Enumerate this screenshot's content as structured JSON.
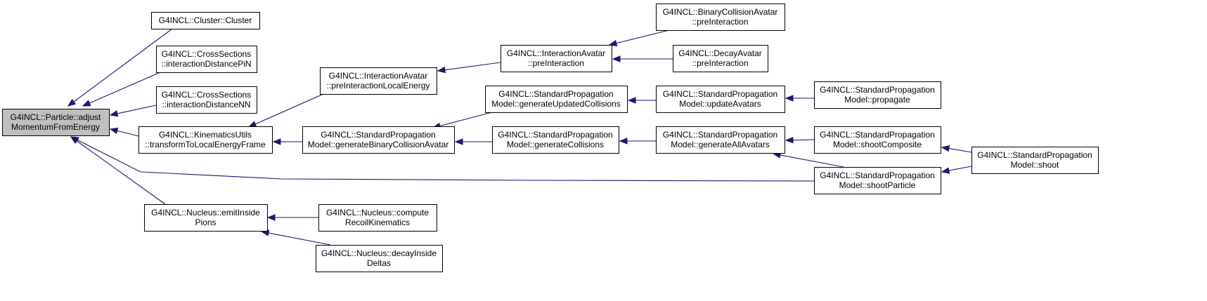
{
  "diagram": {
    "type": "call-graph",
    "colors": {
      "edge": "#191970",
      "root_fill": "#bfbfbf",
      "node_fill": "#ffffff",
      "border": "#000000"
    },
    "nodes": [
      {
        "id": "adjust",
        "lines": [
          "G4INCL::Particle::adjust",
          "MomentumFromEnergy"
        ],
        "root": true
      },
      {
        "id": "cluster",
        "lines": [
          "G4INCL::Cluster::Cluster"
        ]
      },
      {
        "id": "csPiN",
        "lines": [
          "G4INCL::CrossSections",
          "::interactionDistancePiN"
        ]
      },
      {
        "id": "csNN",
        "lines": [
          "G4INCL::CrossSections",
          "::interactionDistanceNN"
        ]
      },
      {
        "id": "kin",
        "lines": [
          "G4INCL::KinematicsUtils",
          "::transformToLocalEnergyFrame"
        ]
      },
      {
        "id": "emit",
        "lines": [
          "G4INCL::Nucleus::emitInside",
          "Pions"
        ]
      },
      {
        "id": "iaLocal",
        "lines": [
          "G4INCL::InteractionAvatar",
          "::preInteractionLocalEnergy"
        ]
      },
      {
        "id": "spmGenBin",
        "lines": [
          "G4INCL::StandardPropagation",
          "Model::generateBinaryCollisionAvatar"
        ]
      },
      {
        "id": "compRecoil",
        "lines": [
          "G4INCL::Nucleus::compute",
          "RecoilKinematics"
        ]
      },
      {
        "id": "decayDeltas",
        "lines": [
          "G4INCL::Nucleus::decayInside",
          "Deltas"
        ]
      },
      {
        "id": "iaPre",
        "lines": [
          "G4INCL::InteractionAvatar",
          "::preInteraction"
        ]
      },
      {
        "id": "spmGenUpd",
        "lines": [
          "G4INCL::StandardPropagation",
          "Model::generateUpdatedCollisions"
        ]
      },
      {
        "id": "spmGenColl",
        "lines": [
          "G4INCL::StandardPropagation",
          "Model::generateCollisions"
        ]
      },
      {
        "id": "binPre",
        "lines": [
          "G4INCL::BinaryCollisionAvatar",
          "::preInteraction"
        ]
      },
      {
        "id": "decPre",
        "lines": [
          "G4INCL::DecayAvatar",
          "::preInteraction"
        ]
      },
      {
        "id": "spmUpd",
        "lines": [
          "G4INCL::StandardPropagation",
          "Model::updateAvatars"
        ]
      },
      {
        "id": "spmAll",
        "lines": [
          "G4INCL::StandardPropagation",
          "Model::generateAllAvatars"
        ]
      },
      {
        "id": "spmProp",
        "lines": [
          "G4INCL::StandardPropagation",
          "Model::propagate"
        ]
      },
      {
        "id": "spmComp",
        "lines": [
          "G4INCL::StandardPropagation",
          "Model::shootComposite"
        ]
      },
      {
        "id": "spmPart",
        "lines": [
          "G4INCL::StandardPropagation",
          "Model::shootParticle"
        ]
      },
      {
        "id": "spmShoot",
        "lines": [
          "G4INCL::StandardPropagation",
          "Model::shoot"
        ]
      }
    ],
    "edges": [
      {
        "from": "cluster",
        "to": "adjust"
      },
      {
        "from": "csPiN",
        "to": "adjust"
      },
      {
        "from": "csNN",
        "to": "adjust"
      },
      {
        "from": "kin",
        "to": "adjust"
      },
      {
        "from": "spmPart",
        "to": "adjust"
      },
      {
        "from": "emit",
        "to": "adjust"
      },
      {
        "from": "iaLocal",
        "to": "kin"
      },
      {
        "from": "spmGenBin",
        "to": "kin"
      },
      {
        "from": "compRecoil",
        "to": "emit"
      },
      {
        "from": "decayDeltas",
        "to": "emit"
      },
      {
        "from": "iaPre",
        "to": "iaLocal"
      },
      {
        "from": "spmGenUpd",
        "to": "spmGenBin"
      },
      {
        "from": "spmGenColl",
        "to": "spmGenBin"
      },
      {
        "from": "binPre",
        "to": "iaPre"
      },
      {
        "from": "decPre",
        "to": "iaPre"
      },
      {
        "from": "spmUpd",
        "to": "spmGenUpd"
      },
      {
        "from": "spmAll",
        "to": "spmGenColl"
      },
      {
        "from": "spmProp",
        "to": "spmUpd"
      },
      {
        "from": "spmComp",
        "to": "spmAll"
      },
      {
        "from": "spmPart",
        "to": "spmAll"
      },
      {
        "from": "spmShoot",
        "to": "spmComp"
      },
      {
        "from": "spmShoot",
        "to": "spmPart"
      }
    ]
  }
}
